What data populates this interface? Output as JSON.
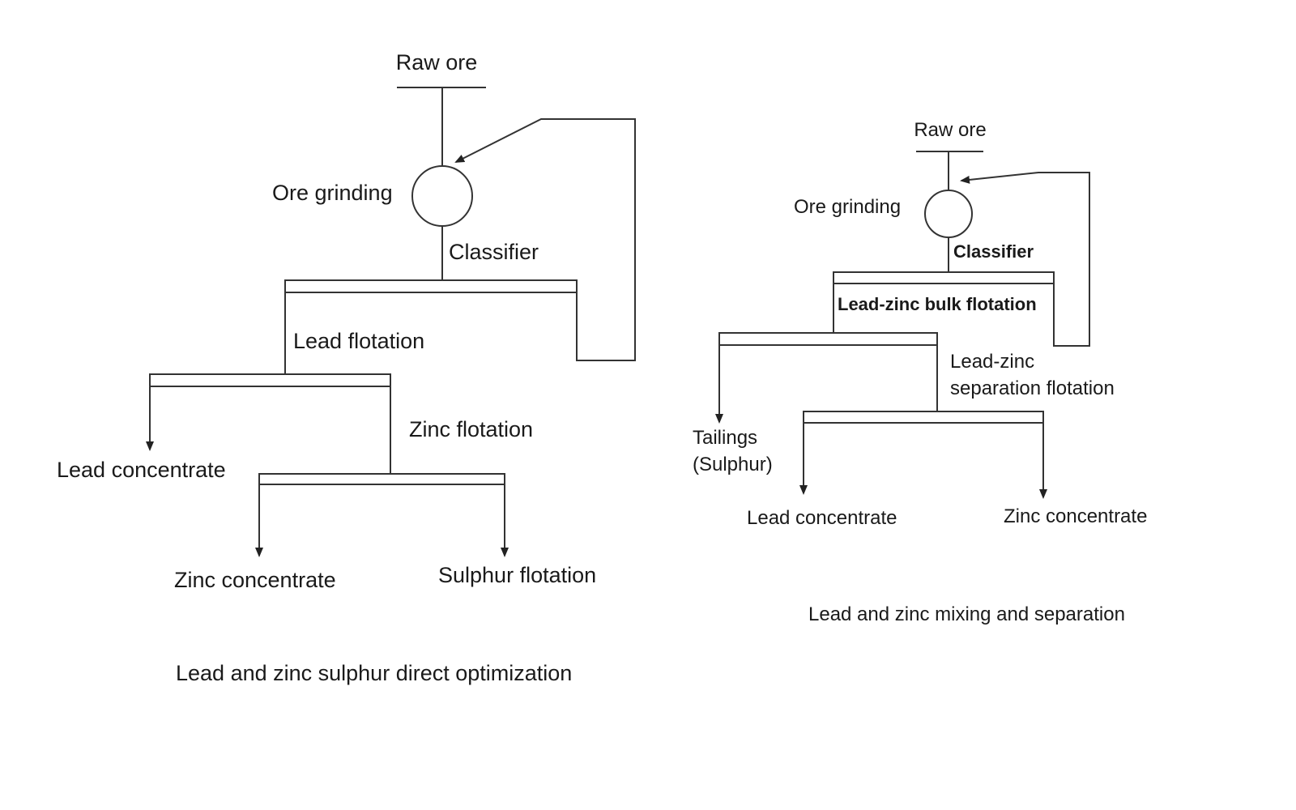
{
  "left_flowsheet": {
    "raw_ore": "Raw ore",
    "ore_grinding": "Ore grinding",
    "classifier": "Classifier",
    "lead_flotation": "Lead flotation",
    "zinc_flotation": "Zinc flotation",
    "lead_concentrate": "Lead concentrate",
    "zinc_concentrate": "Zinc concentrate",
    "sulphur_flotation": "Sulphur flotation",
    "caption": "Lead and zinc sulphur direct optimization"
  },
  "right_flowsheet": {
    "raw_ore": "Raw ore",
    "ore_grinding": "Ore grinding",
    "classifier": "Classifier",
    "bulk_flotation": "Lead-zinc bulk flotation",
    "separation_flotation_line1": "Lead-zinc",
    "separation_flotation_line2": "separation flotation",
    "tailings_line1": "Tailings",
    "tailings_line2": "(Sulphur)",
    "lead_concentrate": "Lead concentrate",
    "zinc_concentrate": "Zinc concentrate",
    "caption": "Lead and zinc mixing and separation"
  }
}
